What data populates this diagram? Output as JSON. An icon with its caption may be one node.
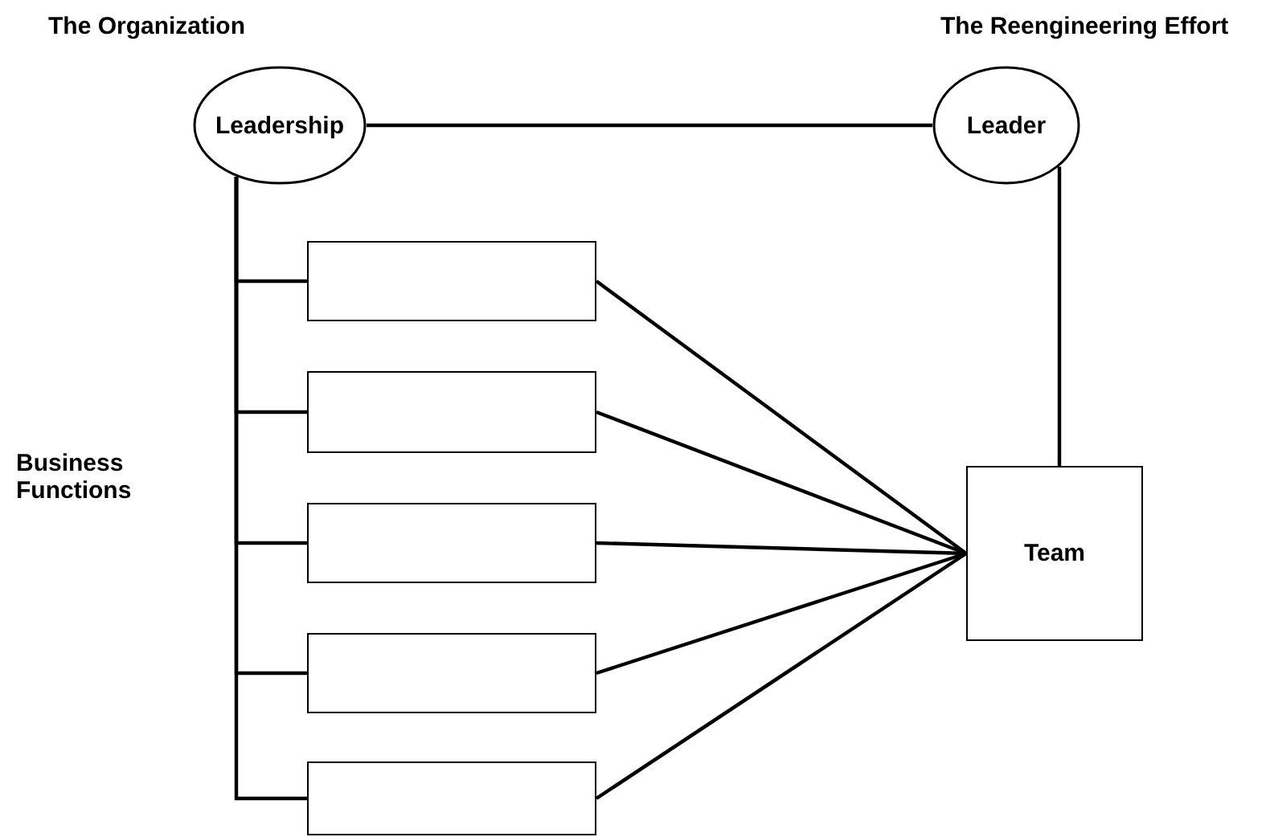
{
  "diagram": {
    "nodes": [
      {
        "text": [
          "Leadership"
        ]
      },
      {
        "text": [
          "Leader"
        ]
      },
      {
        "text": [],
        "shape": "box"
      },
      {
        "text": [],
        "shape": "box"
      },
      {
        "text": [],
        "shape": "box"
      },
      {
        "text": [],
        "shape": "box"
      },
      {
        "text": [],
        "shape": "box"
      },
      {
        "text": [
          "Team"
        ]
      }
    ],
    "edges": [
      {
        "from": 0,
        "to": 1,
        "arrow": "none"
      },
      {
        "from": 0,
        "to": 2,
        "arrow": "none"
      },
      {
        "from": 0,
        "to": 3,
        "arrow": "none"
      },
      {
        "from": 0,
        "to": 4,
        "arrow": "none"
      },
      {
        "from": 0,
        "to": 5,
        "arrow": "none"
      },
      {
        "from": 0,
        "to": 6,
        "arrow": "none"
      },
      {
        "from": 1,
        "to": 7,
        "arrow": "none"
      },
      {
        "from": 2,
        "to": 7,
        "arrow": "none"
      },
      {
        "from": 3,
        "to": 7,
        "arrow": "none"
      },
      {
        "from": 4,
        "to": 7,
        "arrow": "none"
      },
      {
        "from": 5,
        "to": 7,
        "arrow": "none"
      },
      {
        "from": 6,
        "to": 7,
        "arrow": "none"
      }
    ],
    "labels": [
      "The Organization",
      "The Reengineering Effort",
      "Business Functions"
    ]
  }
}
